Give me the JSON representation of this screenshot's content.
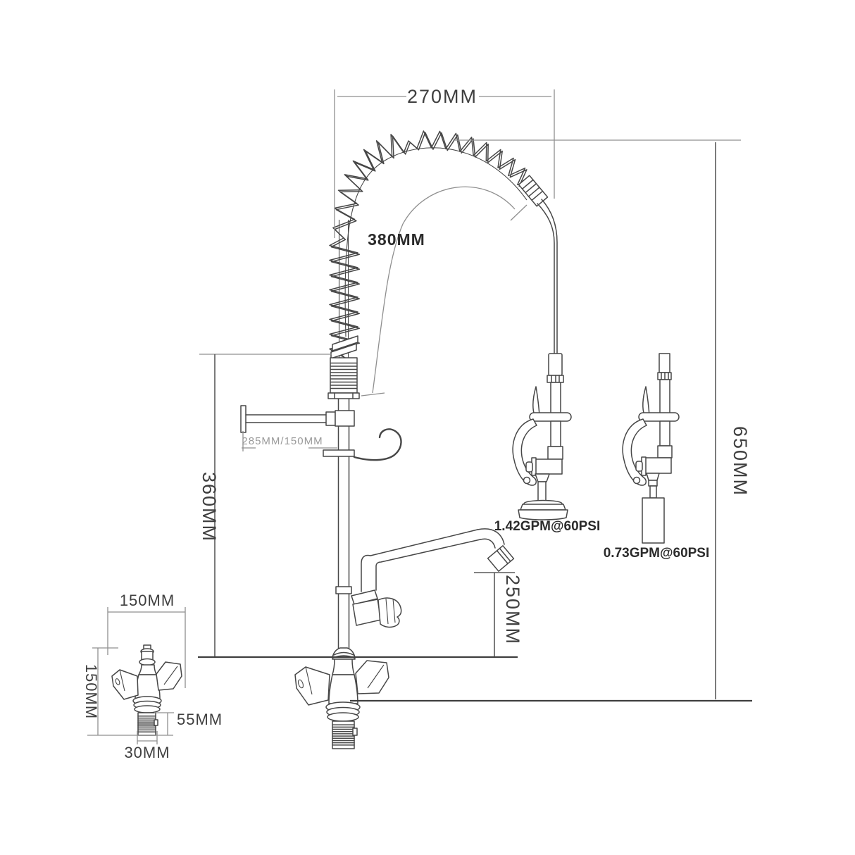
{
  "drawing": {
    "type": "technical-dimension-drawing",
    "subject": "pre-rinse kitchen faucet with pull-down spray, add-on swing spout and nozzle variants",
    "dim_270": "270MM",
    "dim_380": "380MM",
    "dim_650": "650MM",
    "dim_360": "360MM",
    "dim_250": "250MM",
    "dim_285_150": "285MM/150MM",
    "dim_150_w": "150MM",
    "dim_150_h": "150MM",
    "dim_55": "55MM",
    "dim_30": "30MM",
    "flow_spray": "1.42GPM@60PSI",
    "flow_jet": "0.73GPM@60PSI"
  },
  "colors": {
    "line": "#474747",
    "dim_line": "#8f8f8f",
    "text": "#3f3f3f",
    "muted_text": "#9a9a9a",
    "bg": "#ffffff"
  }
}
